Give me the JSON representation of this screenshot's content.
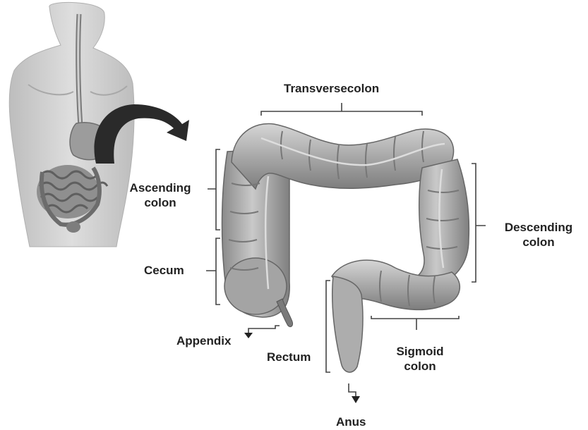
{
  "labels": {
    "transverse_colon": "Transversecolon",
    "ascending_colon": [
      "Ascending",
      "colon"
    ],
    "cecum": "Cecum",
    "appendix": "Appendix",
    "rectum": "Rectum",
    "anus": "Anus",
    "descending_colon": [
      "Descending",
      "colon"
    ],
    "sigmoid_colon": [
      "Sigmoid",
      "colon"
    ]
  },
  "colors": {
    "text": "#222222",
    "bracket": "#444444",
    "arrow": "#2a2a2a",
    "colon_fill": "#b9b9b9",
    "colon_shade": "#8e8e8e",
    "body_fill": "#d3d3d3"
  }
}
